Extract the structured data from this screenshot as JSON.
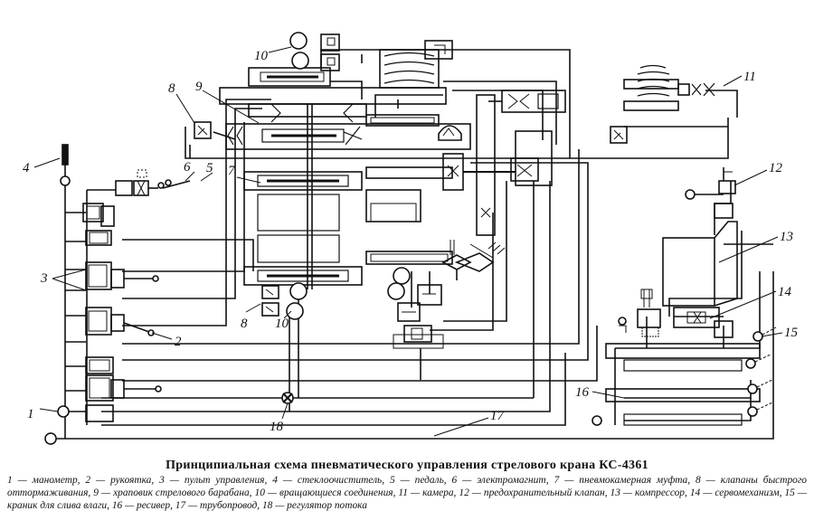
{
  "title": "Принципиальная схема пневматического управления стрелового крана КС-4361",
  "legend_text": "1 — манометр, 2 — рукоятка, 3 — пульт управления, 4 — стеклоочиститель, 5 — педаль, 6 — электромагнит, 7 — пневмокамерная муфта, 8 — клапаны быстрого оттормаживания, 9 — храповик стрелового барабана, 10 — вращающиеся соединения, 11 — камера, 12 — предохранительный клапан, 13 — компрессор, 14 — сервомеханизм, 15 — краник для слива влаги, 16 — ресивер, 17 — трубопровод, 18 — регулятор потока",
  "callouts": {
    "c1": "1",
    "c2": "2",
    "c3": "3",
    "c4": "4",
    "c5": "5",
    "c6": "6",
    "c7": "7",
    "c8a": "8",
    "c8b": "8",
    "c9": "9",
    "c10a": "10",
    "c10b": "10",
    "c11": "11",
    "c12": "12",
    "c13": "13",
    "c14": "14",
    "c15": "15",
    "c16": "16",
    "c17": "17",
    "c18": "18"
  },
  "colors": {
    "ink": "#111111",
    "paper": "#ffffff",
    "hatch": "#555555"
  }
}
